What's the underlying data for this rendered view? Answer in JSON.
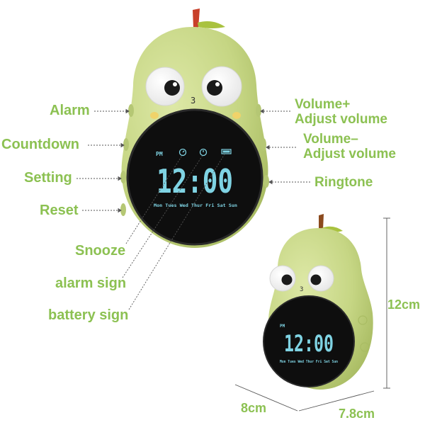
{
  "callouts": {
    "alarm": "Alarm",
    "countdown": "Countdown",
    "setting": "Setting",
    "reset": "Reset",
    "snooze": "Snooze",
    "alarm_sign": "alarm sign",
    "battery_sign": "battery sign",
    "volume_up": "Volume+",
    "adjust_volume_up": "Adjust volume",
    "volume_down": "Volume–",
    "adjust_volume_down": "Adjust volume",
    "ringtone": "Ringtone"
  },
  "clock_display": {
    "period": "PM",
    "time": "12:00",
    "days": "Mon Tues Wed Thur Fri Sat Sun"
  },
  "small_clock": {
    "period": "PM",
    "time": "12:00",
    "days": "Mon Tues Wed Thur Fri Sat Sun"
  },
  "dimensions": {
    "height": "12cm",
    "width": "8cm",
    "depth": "7.8cm"
  },
  "colors": {
    "label_green": "#8cc152",
    "body_green": "#c9d98a",
    "screen_black": "#0e0e0e",
    "digit_cyan": "#7fd3e3"
  }
}
